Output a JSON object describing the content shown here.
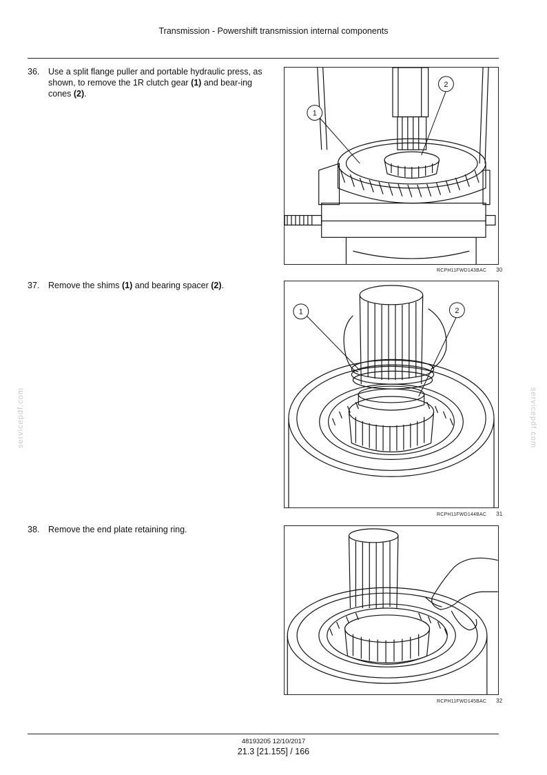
{
  "header": {
    "title": "Transmission - Powershift transmission internal components"
  },
  "steps": [
    {
      "number": "36.",
      "text_parts": [
        "Use a split flange puller and portable hydraulic press, as shown, to remove the 1R clutch gear ",
        "(1)",
        " and bear-ing cones ",
        "(2)",
        "."
      ],
      "figure": {
        "code": "RCPH11FWD143BAC",
        "number": "30",
        "callouts": [
          "1",
          "2"
        ]
      }
    },
    {
      "number": "37.",
      "text_parts": [
        "Remove the shims ",
        "(1)",
        " and bearing spacer ",
        "(2)",
        "."
      ],
      "figure": {
        "code": "RCPH11FWD144BAC",
        "number": "31",
        "callouts": [
          "1",
          "2"
        ]
      }
    },
    {
      "number": "38.",
      "text_parts": [
        "Remove the end plate retaining ring."
      ],
      "figure": {
        "code": "RCPH11FWD145BAC",
        "number": "32",
        "callouts": []
      }
    }
  ],
  "watermark": {
    "text": "servicepdf.com"
  },
  "footer": {
    "doc_ref": "48193205 12/10/2017",
    "page": "21.3 [21.155] / 166"
  }
}
